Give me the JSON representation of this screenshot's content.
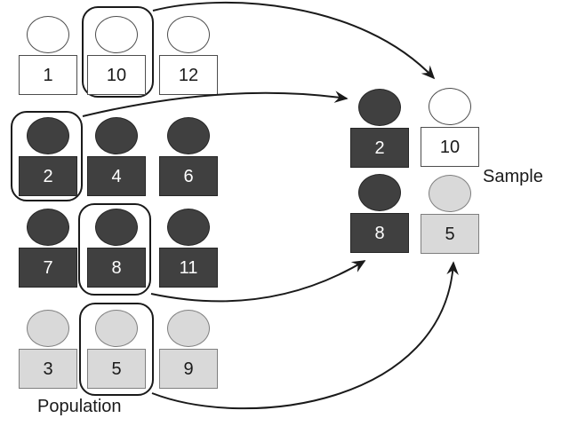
{
  "labels": {
    "population": "Population",
    "sample": "Sample"
  },
  "colors": {
    "dark": "#404040",
    "dark_border": "#262626",
    "light": "#d9d9d9",
    "light_border": "#7f7f7f",
    "white": "#ffffff",
    "white_border": "#4d4d4d",
    "selection_border": "#1a1a1a",
    "arrow": "#1a1a1a",
    "number_on_dark": "#ffffff",
    "number_on_light": "#1a1a1a"
  },
  "population": {
    "rows": [
      {
        "shade": "white",
        "people": [
          {
            "value": "1",
            "selected": false
          },
          {
            "value": "10",
            "selected": true
          },
          {
            "value": "12",
            "selected": false
          }
        ]
      },
      {
        "shade": "dark",
        "people": [
          {
            "value": "2",
            "selected": true
          },
          {
            "value": "4",
            "selected": false
          },
          {
            "value": "6",
            "selected": false
          }
        ]
      },
      {
        "shade": "dark",
        "people": [
          {
            "value": "7",
            "selected": false
          },
          {
            "value": "8",
            "selected": true
          },
          {
            "value": "11",
            "selected": false
          }
        ]
      },
      {
        "shade": "light",
        "people": [
          {
            "value": "3",
            "selected": true
          },
          {
            "value": "5",
            "selected": true
          },
          {
            "value": "9",
            "selected": false
          }
        ]
      }
    ],
    "selected_values": [
      "10",
      "2",
      "8",
      "5"
    ]
  },
  "sample": {
    "items": [
      {
        "value": "2",
        "shade": "dark"
      },
      {
        "value": "10",
        "shade": "white"
      },
      {
        "value": "8",
        "shade": "dark"
      },
      {
        "value": "5",
        "shade": "light"
      }
    ]
  }
}
